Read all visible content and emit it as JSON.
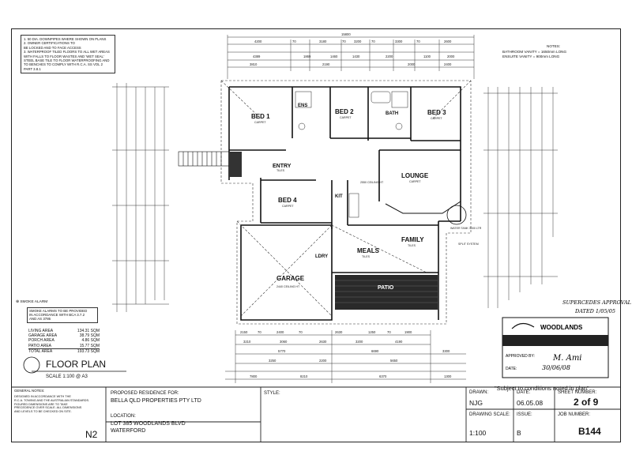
{
  "notes": {
    "lines": [
      "1. 50 DIA. DOWNPIPES WHERE SHOWN ON PLANS",
      "2. OWNER CERTIFICATIONS TO",
      "BE LOCKED AND TO FACE ACCESS",
      "3. WATERPROOF TILED FLOORS TO ALL WET AREAS",
      "WITH FALLS TO FLOOR WASTES AND 'WET SEAL'",
      "STEEL BASE TILE TO FLOOR WATERPROOFING AND",
      "TO BENCHES TO COMPLY WITH R.C.A. SS VOL 2",
      "PART 3.8.1"
    ]
  },
  "right_note": {
    "title": "NOTES:",
    "line1": "BATHROOM VANITY = 1650mm LONG",
    "line2": "ENSUITE VANITY = 900mm LONG"
  },
  "top_dims": {
    "overall": "15800",
    "row1": [
      "4200",
      "70",
      "3180",
      "70",
      "3200",
      "70",
      "3300",
      "70",
      "2600"
    ],
    "row2": [
      "4389",
      "1869",
      "1460",
      "1430",
      "2200",
      "1100",
      "2000"
    ],
    "row3": [
      "3810",
      "2190",
      "2000",
      "2400"
    ]
  },
  "rooms": {
    "bed1": "BED 1",
    "ens": "ENS",
    "bed2": "BED 2",
    "bath": "BATH",
    "bed3": "BED 3",
    "patio_left": "PATIO",
    "entry": "ENTRY",
    "lounge": "LOUNGE",
    "bed4": "BED 4",
    "kit": "KIT",
    "family": "FAMILY",
    "lory": "LDRY",
    "meals": "MEALS",
    "garage": "GARAGE",
    "patio_rear": "PATIO",
    "carpet": "CARPET",
    "tiles": "TILES"
  },
  "annotations": {
    "ceiling1": "2550 CEILING HT",
    "ceiling_garage": "2440 CEILING HT",
    "water_tank": "WATER TANK 3000 LTR",
    "split_system": "SPLIT SYSTEM",
    "supercedes": "SUPERCEDES APPROVAL",
    "dated": "DATED 1/05/05"
  },
  "smoke": {
    "title": "SMOKE ALARM",
    "lines": [
      "SMOKE ALARMS TO BE PROVIDED",
      "IN ACCORDANCE WITH BCA 3.7.2",
      "AND AS 3786"
    ]
  },
  "areas": {
    "rows": [
      {
        "label": "LIVING AREA",
        "value": "134.31 SQM"
      },
      {
        "label": "GARAGE AREA",
        "value": "38.79 SQM"
      },
      {
        "label": "PORCH AREA",
        "value": "4.86 SQM"
      },
      {
        "label": "PATIO AREA",
        "value": "15.77 SQM"
      },
      {
        "label": "TOTAL AREA",
        "value": "193.73 SQM"
      }
    ]
  },
  "floor_plan": {
    "title": "FLOOR PLAN",
    "scale": "SCALE 1:100 @ A3"
  },
  "bottom_dims": {
    "row1": [
      "2150",
      "70",
      "2400",
      "70",
      "2630",
      "1250",
      "70",
      "1900"
    ],
    "row2": [
      "3210",
      "3060",
      "2630",
      "3200",
      "4190"
    ],
    "row3": [
      "5770",
      "6690",
      "3300"
    ],
    "row4": [
      "3250",
      "2200",
      "5650"
    ],
    "row5": [
      "7800",
      "8210",
      "6370"
    ],
    "overall": "1300"
  },
  "stamp": {
    "logo": "WOODLANDS",
    "approved_by": "APPROVED BY:",
    "date_label": "DATE:",
    "date_value": "30/06/08",
    "signature": "M. Ami"
  },
  "subject": "\"Subject to conditions noted in plan\"",
  "title_block": {
    "general_notes": "GENERAL NOTES:",
    "gn_lines": [
      "DESIGNED IN ACCORDANCE WITH THE",
      "R.C.A. TOWING AND THE AUSTRALIAN STANDARDS.",
      "FIGURED DIMENSIONS ARE TO TAKE",
      "PRECEDENCE OVER SCALE. ALL DIMENSIONS",
      "AND LEVELS TO BE CHECKED ON SITE."
    ],
    "sheet_code": "N2",
    "proposed_label": "PROPOSED RESIDENCE FOR:",
    "owner": "BELLA QLD PROPERTIES PTY LTD",
    "location_label": "LOCATION:",
    "location_line1": "LOT 385 WOODLANDS BLVD",
    "location_line2": "WATERFORD",
    "style_label": "STYLE:",
    "drawn_label": "DRAWN:",
    "drawn_value": "NJG",
    "date_label": "DATE:",
    "date_value": "06.05.08",
    "sheet_label": "SHEET NUMBER:",
    "sheet_value": "2 of 9",
    "drawing_scale_label": "DRAWING SCALE:",
    "drawing_scale_value": "1:100",
    "issue_label": "ISSUE:",
    "issue_value": "B",
    "job_label": "JOB NUMBER:",
    "job_value": "B144"
  }
}
